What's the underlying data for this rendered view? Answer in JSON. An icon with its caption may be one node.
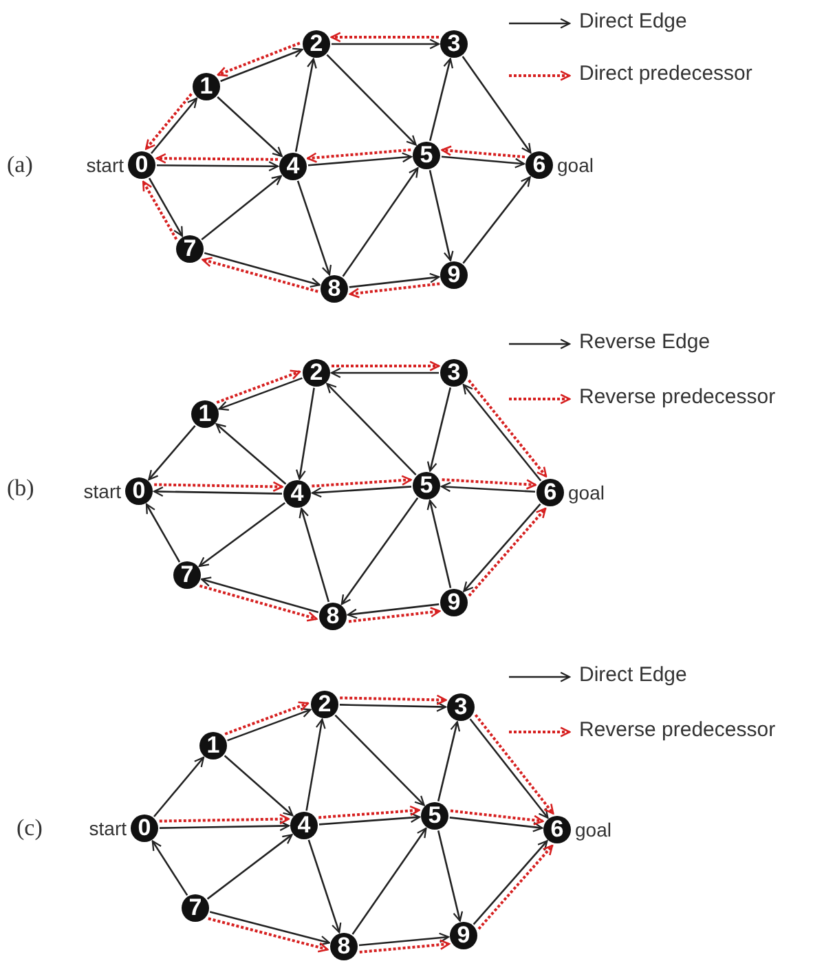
{
  "diagram": {
    "nodes": [
      {
        "text": [
          "0"
        ],
        "beside": [
          "start"
        ]
      },
      {
        "text": [
          "1"
        ]
      },
      {
        "text": [
          "2"
        ]
      },
      {
        "text": [
          "3"
        ]
      },
      {
        "text": [
          "4"
        ]
      },
      {
        "text": [
          "5"
        ]
      },
      {
        "text": [
          "6"
        ],
        "beside": [
          "goal"
        ]
      },
      {
        "text": [
          "7"
        ]
      },
      {
        "text": [
          "8"
        ]
      },
      {
        "text": [
          "9"
        ]
      },
      {
        "text": [
          "0"
        ],
        "beside": [
          "start"
        ]
      },
      {
        "text": [
          "1"
        ]
      },
      {
        "text": [
          "2"
        ]
      },
      {
        "text": [
          "3"
        ]
      },
      {
        "text": [
          "4"
        ]
      },
      {
        "text": [
          "5"
        ]
      },
      {
        "text": [
          "6"
        ],
        "beside": [
          "goal"
        ]
      },
      {
        "text": [
          "7"
        ]
      },
      {
        "text": [
          "8"
        ]
      },
      {
        "text": [
          "9"
        ]
      },
      {
        "text": [
          "0"
        ],
        "beside": [
          "start"
        ]
      },
      {
        "text": [
          "1"
        ]
      },
      {
        "text": [
          "2"
        ]
      },
      {
        "text": [
          "3"
        ]
      },
      {
        "text": [
          "4"
        ]
      },
      {
        "text": [
          "5"
        ]
      },
      {
        "text": [
          "6"
        ],
        "beside": [
          "goal"
        ]
      },
      {
        "text": [
          "7"
        ]
      },
      {
        "text": [
          "8"
        ]
      },
      {
        "text": [
          "9"
        ]
      }
    ],
    "edges": [
      {
        "from": 0,
        "to": 1,
        "arrow": "to"
      },
      {
        "from": 0,
        "to": 4,
        "arrow": "to"
      },
      {
        "from": 0,
        "to": 7,
        "arrow": "to"
      },
      {
        "from": 1,
        "to": 2,
        "arrow": "to"
      },
      {
        "from": 1,
        "to": 4,
        "arrow": "to"
      },
      {
        "from": 2,
        "to": 3,
        "arrow": "to"
      },
      {
        "from": 2,
        "to": 5,
        "arrow": "to"
      },
      {
        "from": 4,
        "to": 2,
        "arrow": "to"
      },
      {
        "from": 4,
        "to": 5,
        "arrow": "to"
      },
      {
        "from": 4,
        "to": 8,
        "arrow": "to"
      },
      {
        "from": 7,
        "to": 4,
        "arrow": "to"
      },
      {
        "from": 7,
        "to": 8,
        "arrow": "to"
      },
      {
        "from": 5,
        "to": 3,
        "arrow": "to"
      },
      {
        "from": 3,
        "to": 6,
        "arrow": "to"
      },
      {
        "from": 5,
        "to": 6,
        "arrow": "to"
      },
      {
        "from": 5,
        "to": 9,
        "arrow": "to"
      },
      {
        "from": 8,
        "to": 5,
        "arrow": "to"
      },
      {
        "from": 8,
        "to": 9,
        "arrow": "to"
      },
      {
        "from": 9,
        "to": 6,
        "arrow": "to"
      },
      {
        "from": 2,
        "to": 1,
        "arrow": "to",
        "style": "dashed",
        "color": "#d62020"
      },
      {
        "from": 1,
        "to": 0,
        "arrow": "to",
        "style": "dashed",
        "color": "#d62020"
      },
      {
        "from": 3,
        "to": 2,
        "arrow": "to",
        "style": "dashed",
        "color": "#d62020"
      },
      {
        "from": 4,
        "to": 0,
        "arrow": "to",
        "style": "dashed",
        "color": "#d62020"
      },
      {
        "from": 5,
        "to": 4,
        "arrow": "to",
        "style": "dashed",
        "color": "#d62020"
      },
      {
        "from": 6,
        "to": 5,
        "arrow": "to",
        "style": "dashed",
        "color": "#d62020"
      },
      {
        "from": 7,
        "to": 0,
        "arrow": "to",
        "style": "dashed",
        "color": "#d62020"
      },
      {
        "from": 8,
        "to": 7,
        "arrow": "to",
        "style": "dashed",
        "color": "#d62020"
      },
      {
        "from": 9,
        "to": 8,
        "arrow": "to",
        "style": "dashed",
        "color": "#d62020"
      },
      {
        "from": 11,
        "to": 10,
        "arrow": "to"
      },
      {
        "from": 14,
        "to": 10,
        "arrow": "to"
      },
      {
        "from": 17,
        "to": 10,
        "arrow": "to"
      },
      {
        "from": 12,
        "to": 11,
        "arrow": "to"
      },
      {
        "from": 14,
        "to": 11,
        "arrow": "to"
      },
      {
        "from": 13,
        "to": 12,
        "arrow": "to"
      },
      {
        "from": 15,
        "to": 12,
        "arrow": "to"
      },
      {
        "from": 12,
        "to": 14,
        "arrow": "to"
      },
      {
        "from": 15,
        "to": 14,
        "arrow": "to"
      },
      {
        "from": 18,
        "to": 14,
        "arrow": "to"
      },
      {
        "from": 14,
        "to": 17,
        "arrow": "to"
      },
      {
        "from": 18,
        "to": 17,
        "arrow": "to"
      },
      {
        "from": 13,
        "to": 15,
        "arrow": "to"
      },
      {
        "from": 16,
        "to": 13,
        "arrow": "to"
      },
      {
        "from": 16,
        "to": 15,
        "arrow": "to"
      },
      {
        "from": 19,
        "to": 15,
        "arrow": "to"
      },
      {
        "from": 15,
        "to": 18,
        "arrow": "to"
      },
      {
        "from": 19,
        "to": 18,
        "arrow": "to"
      },
      {
        "from": 16,
        "to": 19,
        "arrow": "to"
      },
      {
        "from": 11,
        "to": 12,
        "arrow": "to",
        "style": "dashed",
        "color": "#d62020"
      },
      {
        "from": 12,
        "to": 13,
        "arrow": "to",
        "style": "dashed",
        "color": "#d62020"
      },
      {
        "from": 13,
        "to": 16,
        "arrow": "to",
        "style": "dashed",
        "color": "#d62020"
      },
      {
        "from": 10,
        "to": 14,
        "arrow": "to",
        "style": "dashed",
        "color": "#d62020"
      },
      {
        "from": 14,
        "to": 15,
        "arrow": "to",
        "style": "dashed",
        "color": "#d62020"
      },
      {
        "from": 15,
        "to": 16,
        "arrow": "to",
        "style": "dashed",
        "color": "#d62020"
      },
      {
        "from": 17,
        "to": 18,
        "arrow": "to",
        "style": "dashed",
        "color": "#d62020"
      },
      {
        "from": 18,
        "to": 19,
        "arrow": "to",
        "style": "dashed",
        "color": "#d62020"
      },
      {
        "from": 19,
        "to": 16,
        "arrow": "to",
        "style": "dashed",
        "color": "#d62020"
      },
      {
        "from": 20,
        "to": 21,
        "arrow": "to"
      },
      {
        "from": 20,
        "to": 24,
        "arrow": "to"
      },
      {
        "from": 27,
        "to": 20,
        "arrow": "to"
      },
      {
        "from": 21,
        "to": 22,
        "arrow": "to"
      },
      {
        "from": 21,
        "to": 24,
        "arrow": "to"
      },
      {
        "from": 22,
        "to": 23,
        "arrow": "to"
      },
      {
        "from": 22,
        "to": 25,
        "arrow": "to"
      },
      {
        "from": 24,
        "to": 22,
        "arrow": "to"
      },
      {
        "from": 24,
        "to": 25,
        "arrow": "to"
      },
      {
        "from": 24,
        "to": 28,
        "arrow": "to"
      },
      {
        "from": 27,
        "to": 24,
        "arrow": "to"
      },
      {
        "from": 27,
        "to": 28,
        "arrow": "to"
      },
      {
        "from": 25,
        "to": 23,
        "arrow": "to"
      },
      {
        "from": 23,
        "to": 26,
        "arrow": "to"
      },
      {
        "from": 25,
        "to": 26,
        "arrow": "to"
      },
      {
        "from": 25,
        "to": 29,
        "arrow": "to"
      },
      {
        "from": 28,
        "to": 25,
        "arrow": "to"
      },
      {
        "from": 28,
        "to": 29,
        "arrow": "to"
      },
      {
        "from": 29,
        "to": 26,
        "arrow": "to"
      },
      {
        "from": 21,
        "to": 22,
        "arrow": "to",
        "style": "dashed",
        "color": "#d62020"
      },
      {
        "from": 22,
        "to": 23,
        "arrow": "to",
        "style": "dashed",
        "color": "#d62020"
      },
      {
        "from": 23,
        "to": 26,
        "arrow": "to",
        "style": "dashed",
        "color": "#d62020"
      },
      {
        "from": 20,
        "to": 24,
        "arrow": "to",
        "style": "dashed",
        "color": "#d62020"
      },
      {
        "from": 24,
        "to": 25,
        "arrow": "to",
        "style": "dashed",
        "color": "#d62020"
      },
      {
        "from": 25,
        "to": 26,
        "arrow": "to",
        "style": "dashed",
        "color": "#d62020"
      },
      {
        "from": 27,
        "to": 28,
        "arrow": "to",
        "style": "dashed",
        "color": "#d62020"
      },
      {
        "from": 28,
        "to": 29,
        "arrow": "to",
        "style": "dashed",
        "color": "#d62020"
      },
      {
        "from": 29,
        "to": 26,
        "arrow": "to",
        "style": "dashed",
        "color": "#d62020"
      }
    ],
    "labels": [
      "(a)",
      "(b)",
      "(c)"
    ],
    "legend": [
      {
        "text": "Direct Edge"
      },
      {
        "text": "Direct predecessor"
      },
      {
        "text": "Reverse Edge"
      },
      {
        "text": "Reverse predecessor"
      },
      {
        "text": "Direct Edge"
      },
      {
        "text": "Reverse predecessor"
      }
    ]
  }
}
